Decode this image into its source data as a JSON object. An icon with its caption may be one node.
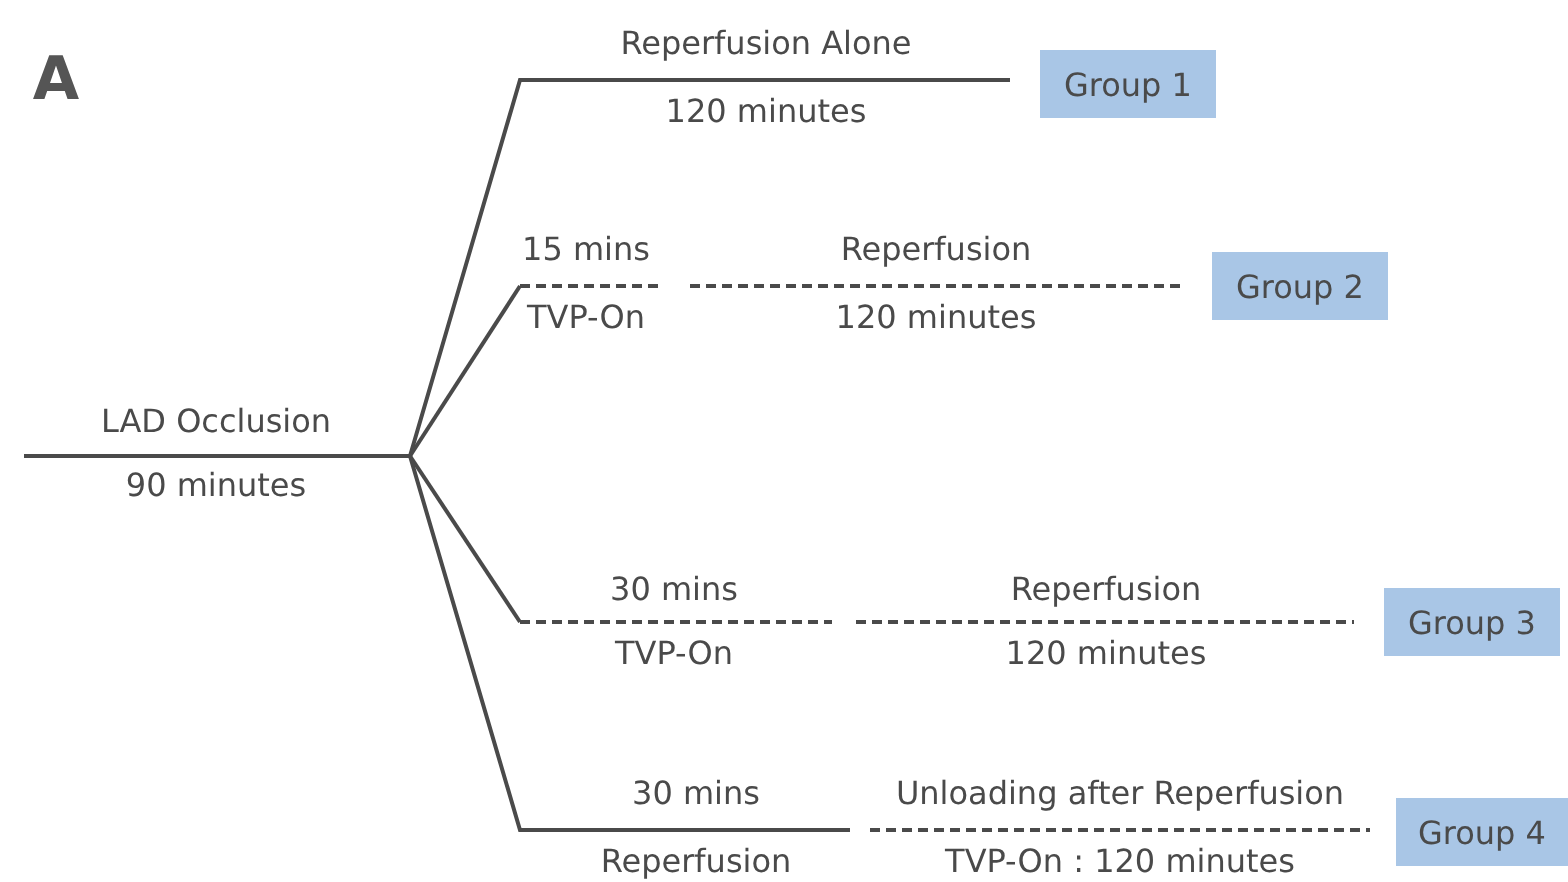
{
  "diagram": {
    "nodes": [
      {
        "text": [
          "Group 1"
        ]
      },
      {
        "text": [
          "Group 2"
        ]
      },
      {
        "text": [
          "Group 3"
        ]
      },
      {
        "text": [
          "Group 4"
        ]
      }
    ],
    "labels": [
      "A",
      "Reperfusion Alone",
      "120 minutes",
      "15 mins",
      "Reperfusion",
      "TVP-On",
      "120 minutes",
      "LAD Occlusion",
      "90 minutes",
      "30 mins",
      "Reperfusion",
      "TVP-On",
      "120 minutes",
      "30 mins",
      "Unloading after Reperfusion",
      "Reperfusion",
      "TVP-On : 120 minutes"
    ]
  }
}
